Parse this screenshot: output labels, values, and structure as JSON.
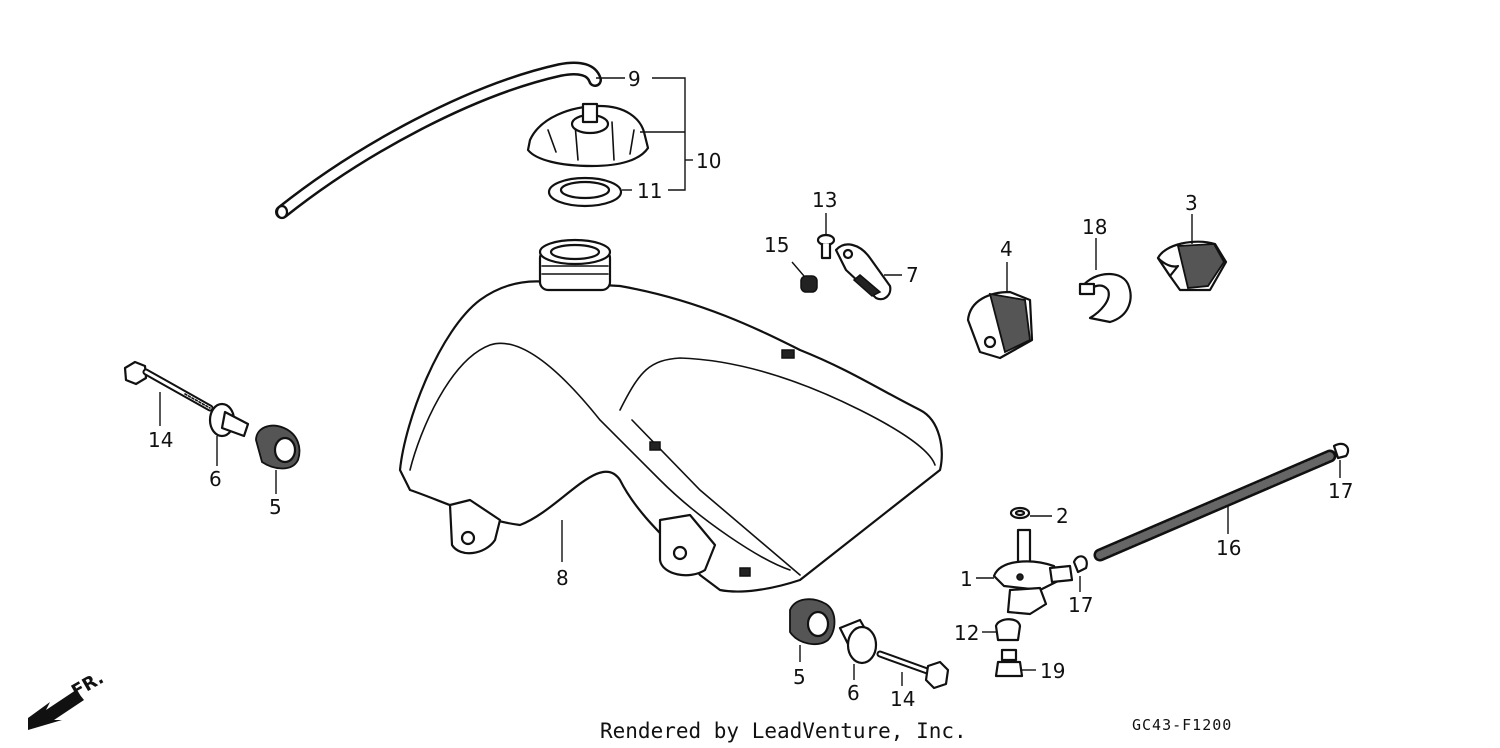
{
  "labels": {
    "l1": "1",
    "l2": "2",
    "l3": "3",
    "l4": "4",
    "l5a": "5",
    "l5b": "5",
    "l6a": "6",
    "l6b": "6",
    "l7": "7",
    "l8": "8",
    "l9": "9",
    "l10": "10",
    "l11": "11",
    "l12": "12",
    "l13": "13",
    "l14a": "14",
    "l14b": "14",
    "l15": "15",
    "l16": "16",
    "l17a": "17",
    "l17b": "17",
    "l18": "18",
    "l19": "19"
  },
  "footer": {
    "credit": "Rendered by LeadVenture, Inc.",
    "code": "GC43-F1200"
  },
  "direction": {
    "label": "FR.",
    "icon": "front-arrow-icon"
  }
}
